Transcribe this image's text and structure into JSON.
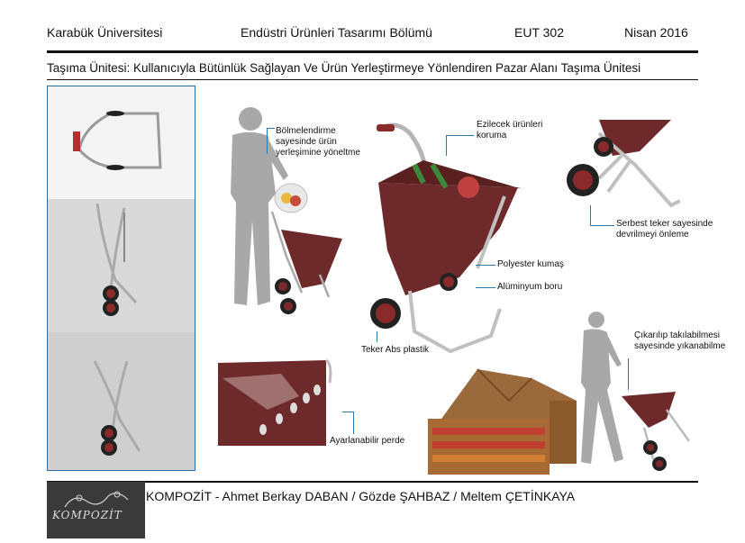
{
  "header": {
    "university": "Karabük Üniversitesi",
    "department": "Endüstri Ürünleri Tasarımı Bölümü",
    "course": "EUT 302",
    "date": "Nisan 2016"
  },
  "subtitle": "Taşıma Ünitesi: Kullanıcıyla Bütünlük Sağlayan Ve Ürün Yerleştirmeye Yönlendiren Pazar Alanı Taşıma Ünitesi",
  "labels": {
    "compartment": [
      "Bölmelendirme",
      "sayesinde ürün",
      "yerleşimine yöneltme"
    ],
    "crush": [
      "Ezilecek ürünleri",
      "koruma"
    ],
    "free_wheel": [
      "Serbest teker sayesinde",
      "devrilmeyi önleme"
    ],
    "polyester": "Polyester kumaş",
    "aluminum": "Alüminyum boru",
    "wheel": "Teker Abs plastik",
    "washable": [
      "Çıkarılıp takılabilmesi",
      "sayesinde yıkanabilme"
    ],
    "curtain": "Ayarlanabilir perde"
  },
  "footer": {
    "credits": "KOMPOZİT -  Ahmet Berkay DABAN  / Gözde ŞAHBAZ / Meltem ÇETİNKAYA",
    "logo_text": "KOMPOZİT"
  },
  "colors": {
    "bag": "#6e2a2a",
    "accent_line": "#2a78a8",
    "panel_border": "#2e6da4"
  }
}
